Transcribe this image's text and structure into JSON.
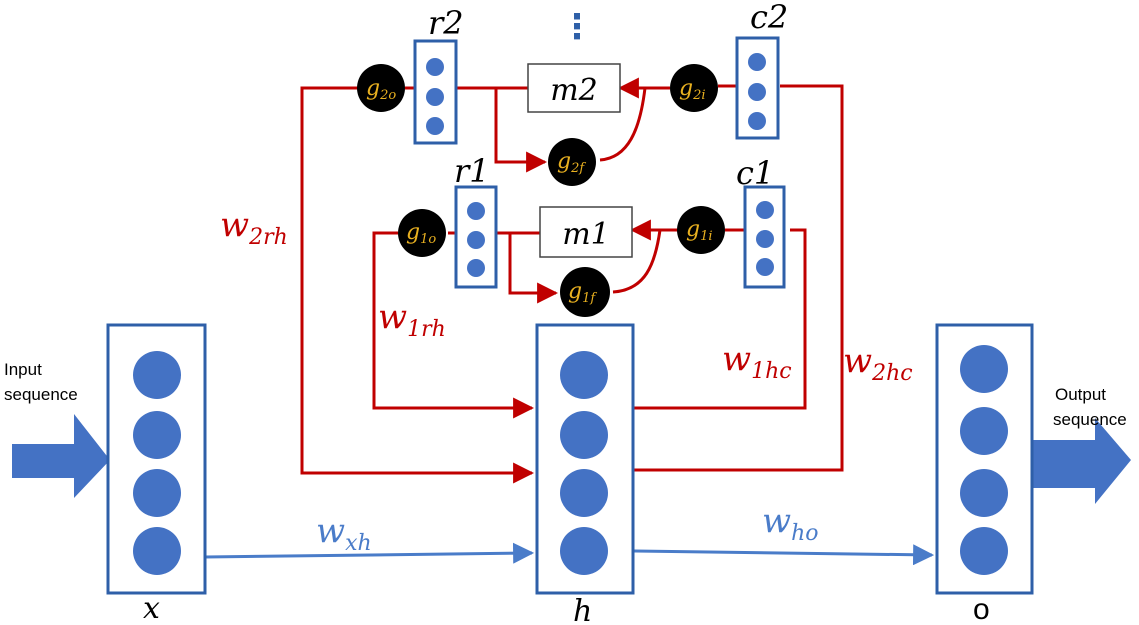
{
  "colors": {
    "node_fill": "#4472c4",
    "box_stroke": "#2e5fa8",
    "red": "#c00000",
    "blue_line": "#4a7cc9",
    "gate_fill": "#000000",
    "gate_text": "#e8b020"
  },
  "labels": {
    "input_sequence_line1": "Input",
    "input_sequence_line2": "sequence",
    "output_sequence_line1": "Output",
    "output_sequence_line2": "sequence",
    "x": "x",
    "h": "h",
    "o": "o",
    "r1": "r1",
    "r2": "r2",
    "c1": "c1",
    "c2": "c2",
    "m1": "m1",
    "m2": "m2",
    "ellipsis": "⋮"
  },
  "weights": {
    "w2rh": {
      "main": "w",
      "sub": "2rh"
    },
    "w1rh": {
      "main": "w",
      "sub": "1rh"
    },
    "w1hc": {
      "main": "w",
      "sub": "1hc"
    },
    "w2hc": {
      "main": "w",
      "sub": "2hc"
    },
    "wxh": {
      "main": "w",
      "sub": "xh"
    },
    "who": {
      "main": "w",
      "sub": "ho"
    }
  },
  "gates": {
    "g2o": {
      "main": "g",
      "sub": "2o"
    },
    "g2i": {
      "main": "g",
      "sub": "2i"
    },
    "g2f": {
      "main": "g",
      "sub": "2f"
    },
    "g1o": {
      "main": "g",
      "sub": "1o"
    },
    "g1i": {
      "main": "g",
      "sub": "1i"
    },
    "g1f": {
      "main": "g",
      "sub": "1f"
    }
  }
}
